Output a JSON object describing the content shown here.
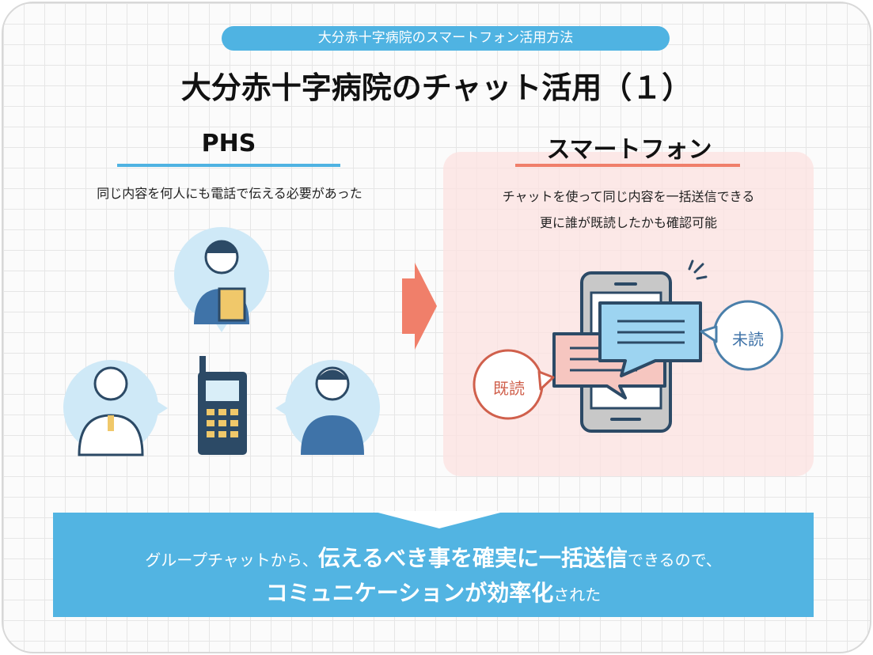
{
  "header": {
    "pill": "大分赤十字病院のスマートフォン活用方法",
    "title": "大分赤十字病院のチャット活用（１）"
  },
  "left": {
    "heading": "PHS",
    "description": "同じ内容を何人にも電話で伝える必要があった"
  },
  "right": {
    "heading": "スマートフォン",
    "description_lines": [
      "チャットを使って同じ内容を一括送信できる",
      "更に誰が既読したかも確認可能"
    ],
    "read_label": "既読",
    "unread_label": "未読"
  },
  "banner": {
    "line1_a": "グループチャットから、",
    "line1_b": "伝えるべき事を確実に一括送信",
    "line1_c": "できるので、",
    "line2_a": "コミュニケーションが効率化",
    "line2_b": "された"
  },
  "colors": {
    "blue": "#4fb3e2",
    "orange": "#f07f6a",
    "navy": "#2c4a66",
    "pink": "#fce2e0"
  }
}
